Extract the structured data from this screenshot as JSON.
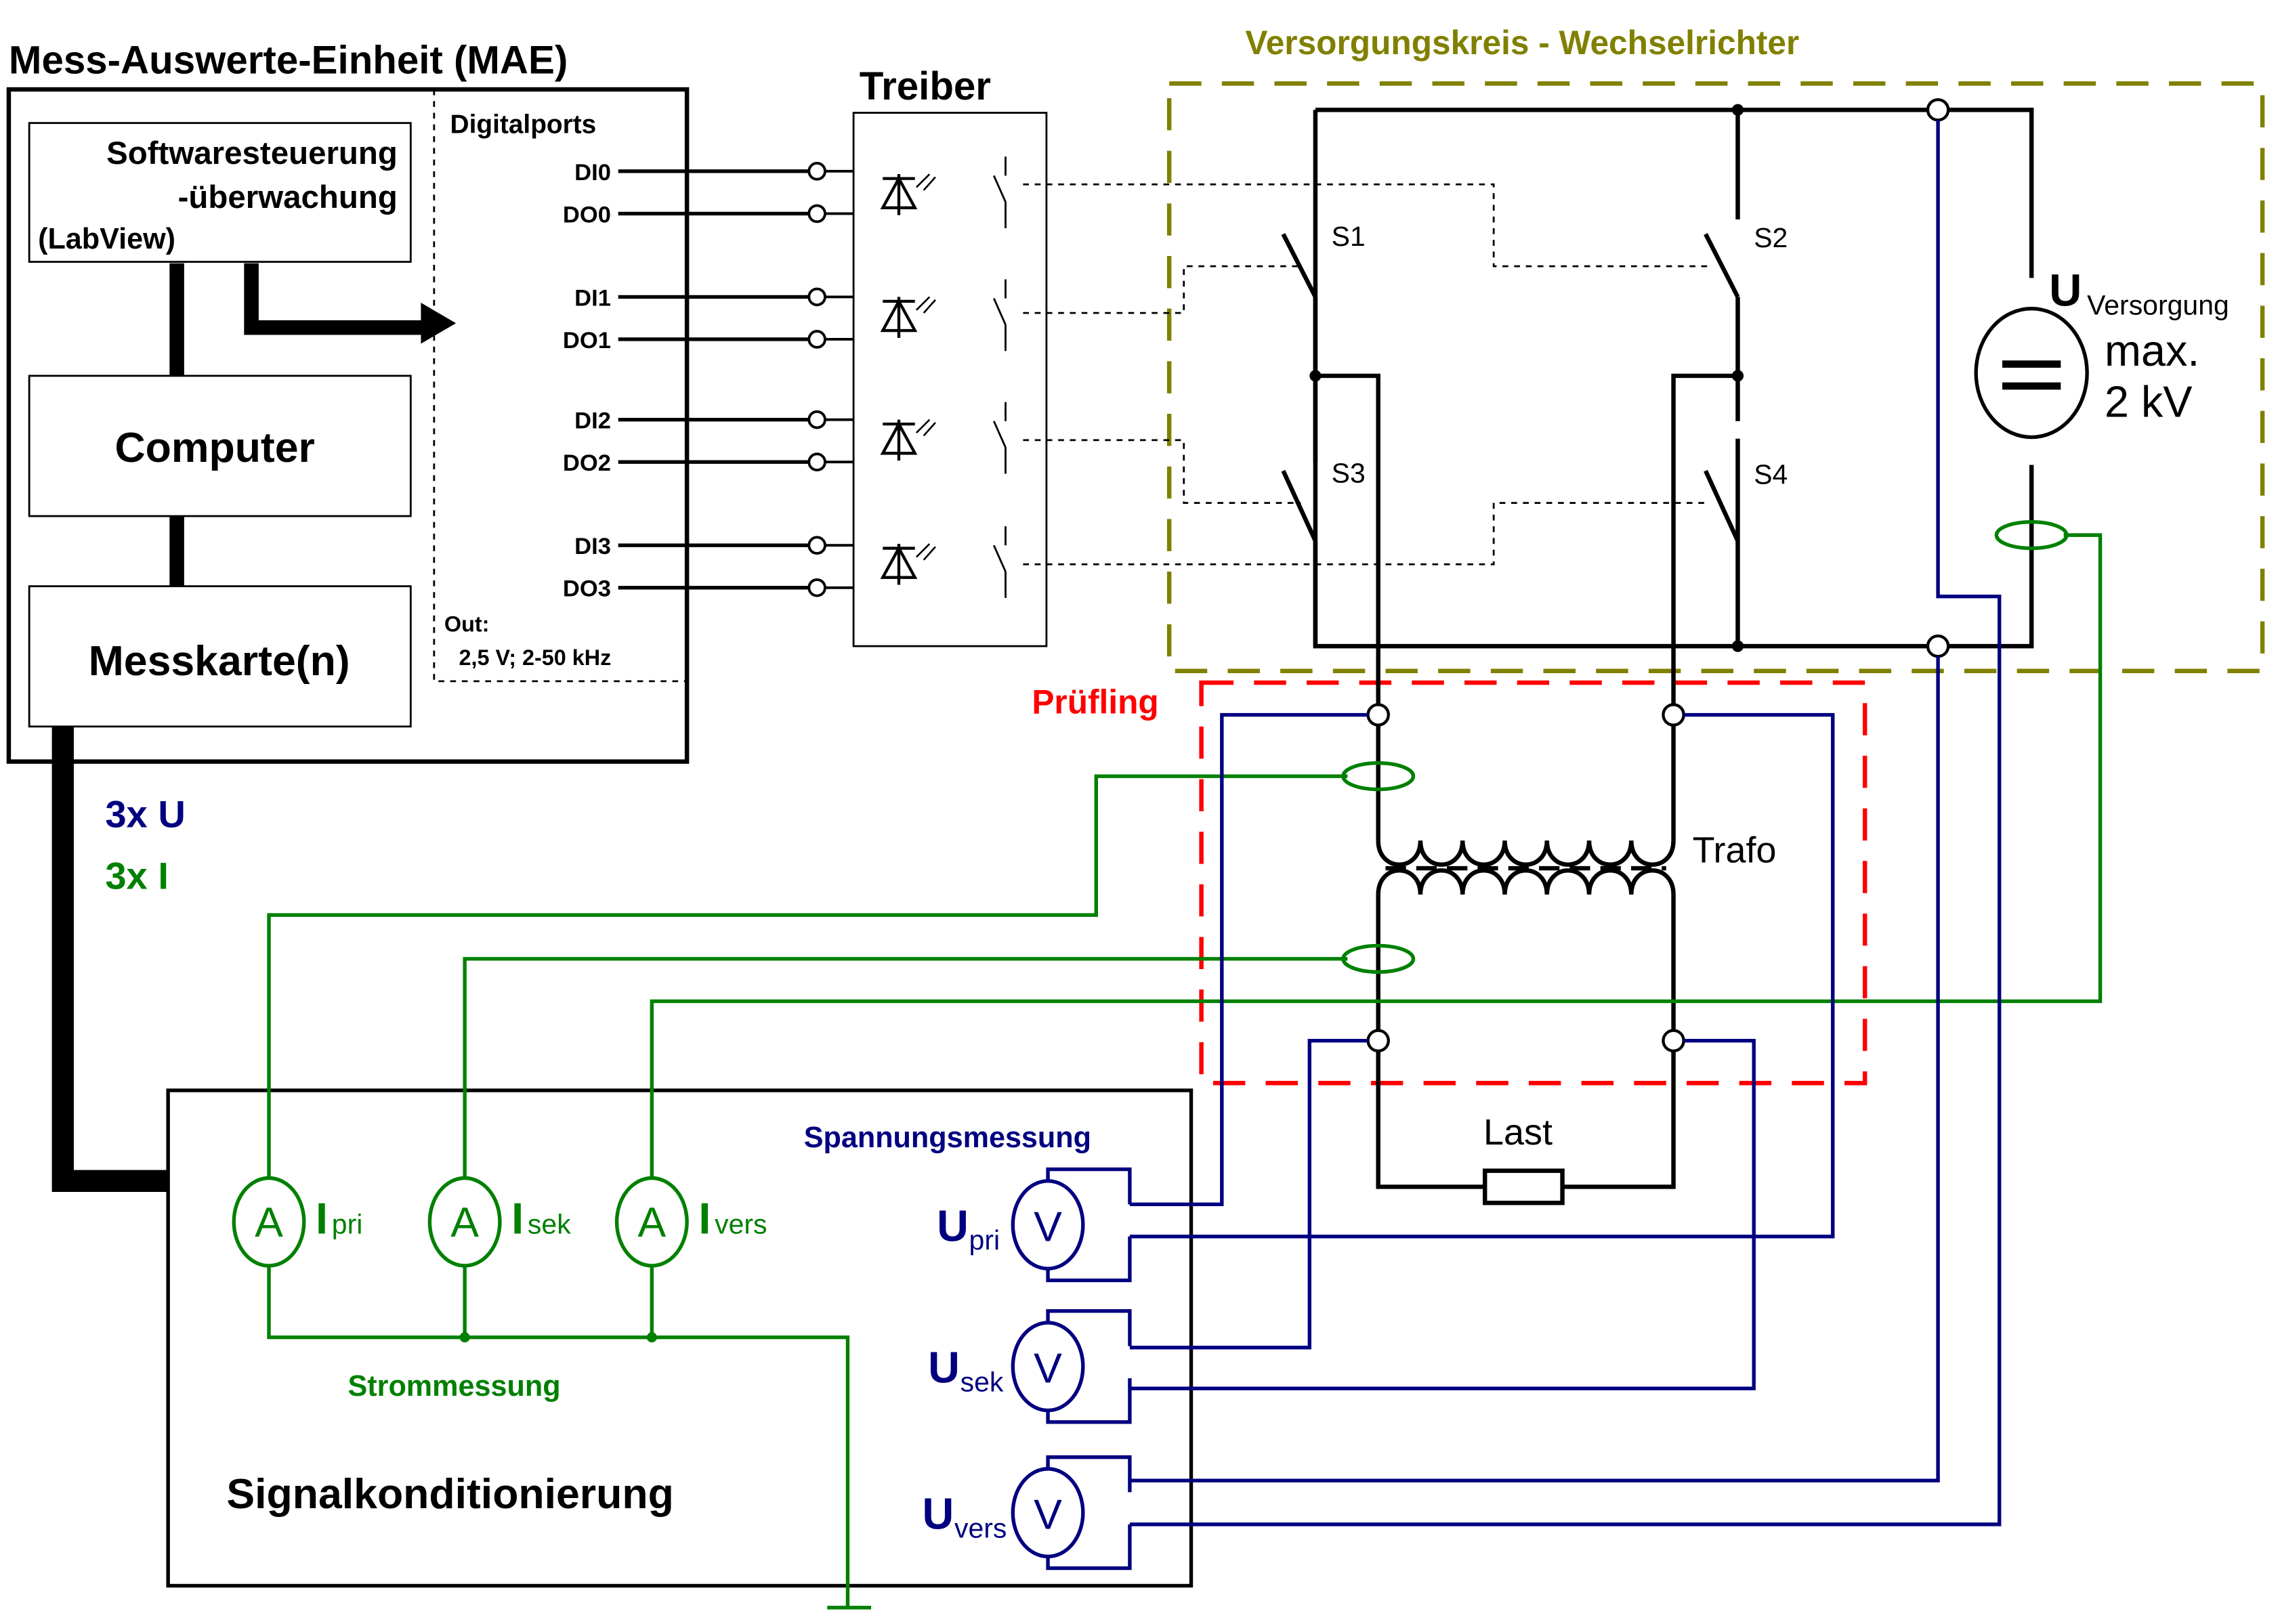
{
  "mae": {
    "title": "Mess-Auswerte-Einheit (MAE)",
    "software_line1": "Softwaresteuerung",
    "software_line2": "-überwachung",
    "software_line3": "(LabView)",
    "computer": "Computer",
    "messkarte": "Messkarte(n)",
    "digitalports": "Digitalports",
    "ports": [
      "DI0",
      "DO0",
      "DI1",
      "DO1",
      "DI2",
      "DO2",
      "DI3",
      "DO3"
    ],
    "out_label": "Out:",
    "out_value": "2,5 V; 2-50 kHz"
  },
  "treiber": {
    "title": "Treiber"
  },
  "versorgung": {
    "title": "Versorgungskreis - Wechselrichter",
    "switches": [
      "S1",
      "S2",
      "S3",
      "S4"
    ],
    "source_symbol": "U",
    "source_sub": "Versorgung",
    "max_line1": "max.",
    "max_line2": "2 kV"
  },
  "pruefling": {
    "title": "Prüfling",
    "trafo": "Trafo",
    "last": "Last"
  },
  "bus": {
    "u_label": "3x U",
    "i_label": "3x I"
  },
  "signal": {
    "title": "Signalkonditionierung",
    "strom_label": "Strommessung",
    "spannung_label": "Spannungsmessung",
    "ammeters": [
      {
        "glyph": "A",
        "sym": "I",
        "sub": "pri"
      },
      {
        "glyph": "A",
        "sym": "I",
        "sub": "sek"
      },
      {
        "glyph": "A",
        "sym": "I",
        "sub": "vers"
      }
    ],
    "voltmeters": [
      {
        "glyph": "V",
        "sym": "U",
        "sub": "pri"
      },
      {
        "glyph": "V",
        "sym": "U",
        "sub": "sek"
      },
      {
        "glyph": "V",
        "sym": "U",
        "sub": "vers"
      }
    ]
  },
  "colors": {
    "olive": "#808000",
    "red": "#ff0000",
    "blue": "#000080",
    "green": "#008000"
  }
}
